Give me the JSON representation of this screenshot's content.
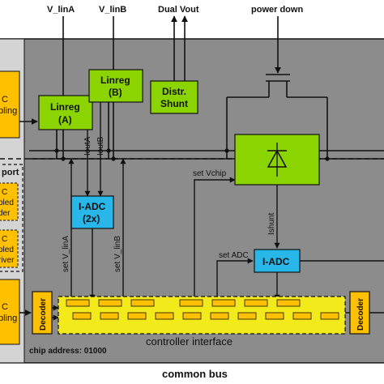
{
  "top_labels": {
    "v_lina": "V_linA",
    "v_linb": "V_linB",
    "dual_vout": "Dual Vout",
    "power_down": "power down"
  },
  "blocks": {
    "linreg_a": [
      "Linreg",
      "(A)"
    ],
    "linreg_b": [
      "Linreg",
      "(B)"
    ],
    "distr_shunt": [
      "Distr.",
      "Shunt"
    ],
    "iadc_2x": [
      "I-ADC",
      "(2x)"
    ],
    "iadc": "I-ADC",
    "decoder_left": "Decoder",
    "decoder_right": "Decoder"
  },
  "signals": {
    "iout_a": "IoutA",
    "iout_b": "IoutB",
    "set_vchip": "set Vchip",
    "ishunt": "Ishunt",
    "set_v_lina": "set V_linA",
    "set_v_linb": "set V_linB",
    "set_adc": "set ADC"
  },
  "left_panel": {
    "block1": [
      "C",
      "pling"
    ],
    "port_label": "port",
    "block2": [
      "C",
      "pled",
      "der"
    ],
    "block3": [
      "C",
      "pled",
      "river"
    ],
    "block4": [
      "C",
      "pling"
    ]
  },
  "controller_interface": "controller interface",
  "chip_address": "chip address: 01000",
  "common_bus": "common bus",
  "colors": {
    "chip_bg": "#8c8c8c",
    "green": "#8cd400",
    "yellow": "#f2ea1a",
    "orange": "#ffc000",
    "blue": "#29b6e8",
    "line": "#111111"
  }
}
